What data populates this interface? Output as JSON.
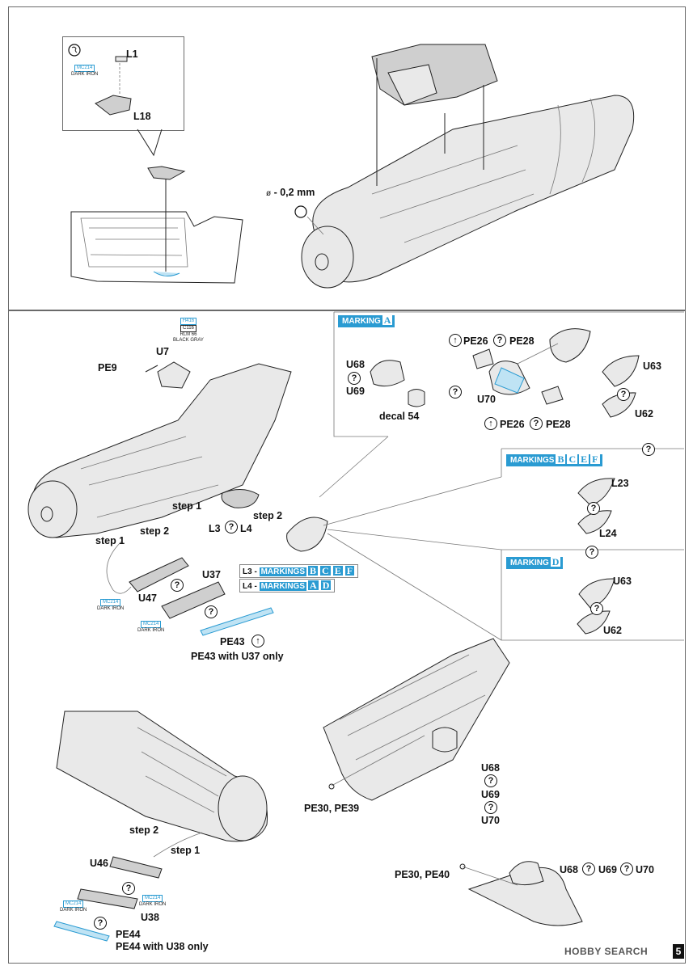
{
  "top": {
    "inset": {
      "paint_code": "MC214",
      "paint_name": "DARK IRON",
      "part_a": "L1",
      "part_b": "L18"
    },
    "drill": {
      "text": "- 0,2 mm"
    }
  },
  "middle": {
    "paint_top": {
      "codes": [
        "H416",
        "C116"
      ],
      "name_1": "RLM 66",
      "name_2": "BLACK GRAY"
    },
    "labels": {
      "pe9": "PE9",
      "u7": "U7",
      "step1_a": "step 1",
      "step2_a": "step 2",
      "step1_b": "step 1",
      "step2_b": "step 2",
      "l3": "L3",
      "l4": "L4",
      "u37": "U37",
      "u47": "U47",
      "pe43": "PE43",
      "pe43_note": "PE43 with U37 only"
    },
    "paint_u47": {
      "code": "MC214",
      "name": "DARK IRON"
    },
    "paint_u37": {
      "code": "MC214",
      "name": "DARK IRON"
    },
    "marking_notes": [
      {
        "part": "L3",
        "text": "MARKINGS",
        "letters": [
          "B",
          "C",
          "E",
          "F"
        ]
      },
      {
        "part": "L4",
        "text": "MARKINGS",
        "letters": [
          "A",
          "D"
        ]
      }
    ],
    "marking_a": {
      "title": "MARKING",
      "letter": "A",
      "labels": {
        "u68": "U68",
        "u69": "U69",
        "decal": "decal 54",
        "pe26_top": "PE26",
        "pe28_top": "PE28",
        "u70": "U70",
        "pe26_bot": "PE26",
        "pe28_bot": "PE28",
        "u63": "U63",
        "u62": "U62"
      }
    },
    "marking_bcef": {
      "title": "MARKINGS",
      "letters": [
        "B",
        "C",
        "E",
        "F"
      ],
      "labels": {
        "l23": "L23",
        "l24": "L24"
      }
    },
    "marking_d": {
      "title": "MARKING",
      "letter": "D",
      "labels": {
        "u63": "U63",
        "u62": "U62"
      }
    }
  },
  "bottom": {
    "left": {
      "step2": "step 2",
      "step1": "step 1",
      "u46": "U46",
      "u38": "U38",
      "pe44": "PE44",
      "pe44_note": "PE44 with U38 only",
      "paint_a": {
        "code": "MC214",
        "name": "DARK IRON"
      },
      "paint_b": {
        "code": "MC214",
        "name": "DARK IRON"
      }
    },
    "right": {
      "pe30_39": "PE30, PE39",
      "u68": "U68",
      "u69": "U69",
      "u70": "U70",
      "pe30_40": "PE30, PE40",
      "u68b": "U68",
      "u69b": "U69",
      "u70b": "U70"
    }
  },
  "footer": {
    "watermark": "HOBBY SEARCH",
    "page": "5"
  }
}
